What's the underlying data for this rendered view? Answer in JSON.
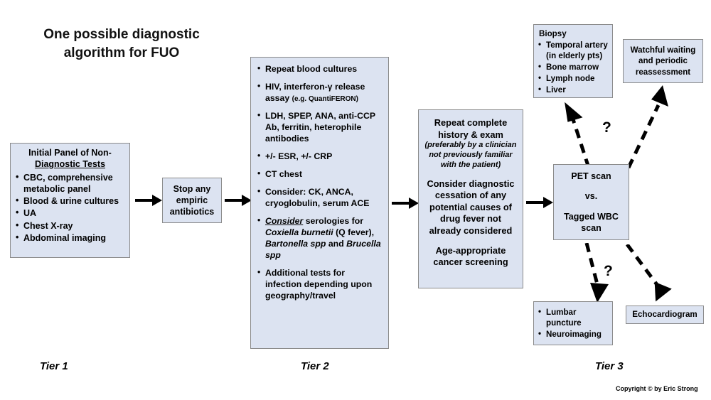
{
  "title": {
    "line1": "One possible diagnostic",
    "line2": "algorithm for FUO"
  },
  "colors": {
    "box_fill": "#dce3f1",
    "box_border": "#8a8a8a",
    "text": "#000000",
    "background": "#ffffff"
  },
  "tier1": {
    "box": {
      "header_line1": "Initial Panel of Non-",
      "header_line2": "Diagnostic Tests",
      "items": [
        "CBC, comprehensive metabolic panel",
        "Blood & urine cultures",
        "UA",
        "Chest X-ray",
        "Abdominal imaging"
      ]
    },
    "label": "Tier 1"
  },
  "stop_antibiotics": {
    "line1": "Stop any",
    "line2": "empiric",
    "line3": "antibiotics"
  },
  "tier2": {
    "items": [
      {
        "text": "Repeat blood cultures"
      },
      {
        "text": "HIV, interferon-γ release assay ",
        "small_suffix": "(e.g. QuantiFERON)"
      },
      {
        "text": "LDH, SPEP, ANA, anti-CCP Ab, ferritin, heterophile antibodies"
      },
      {
        "text": "+/- ESR, +/- CRP"
      },
      {
        "text": "CT chest"
      },
      {
        "text": "Consider: CK, ANCA, cryoglobulin, serum ACE"
      },
      {
        "italic_underline": "Consider",
        "text_a": " serologies for ",
        "italic_a": "Coxiella burnetii",
        "text_b": " (Q fever), ",
        "italic_b": "Bartonella spp",
        "text_c": " and ",
        "italic_c": "Brucella spp"
      },
      {
        "text": "Additional tests for infection depending upon geography/travel"
      }
    ],
    "label": "Tier 2"
  },
  "repeat_exam": {
    "head_line1": "Repeat complete",
    "head_line2": "history & exam",
    "note_line1": "(preferably by a clinician",
    "note_line2": "not previously familiar",
    "note_line3": "with the patient)",
    "body_line1": "Consider diagnostic",
    "body_line2": "cessation of any",
    "body_line3": "potential causes of",
    "body_line4": "drug fever not",
    "body_line5": "already considered",
    "tail_line1": "Age-appropriate",
    "tail_line2": "cancer screening"
  },
  "biopsy": {
    "header": "Biopsy",
    "items": [
      "Temporal artery (in elderly pts)",
      "Bone marrow",
      "Lymph node",
      "Liver"
    ]
  },
  "watchful": {
    "line1": "Watchful waiting",
    "line2": "and periodic",
    "line3": "reassessment"
  },
  "pet_scan": {
    "line1": "PET scan",
    "line2": "vs.",
    "line3": "Tagged WBC",
    "line4": "scan"
  },
  "lumbar": {
    "items": [
      "Lumbar puncture",
      "Neuroimaging"
    ]
  },
  "echo": {
    "label": "Echocardiogram"
  },
  "tier3": {
    "label": "Tier 3"
  },
  "question_marks": {
    "upper": "?",
    "lower": "?"
  },
  "copyright": "Copyright © by Eric Strong"
}
